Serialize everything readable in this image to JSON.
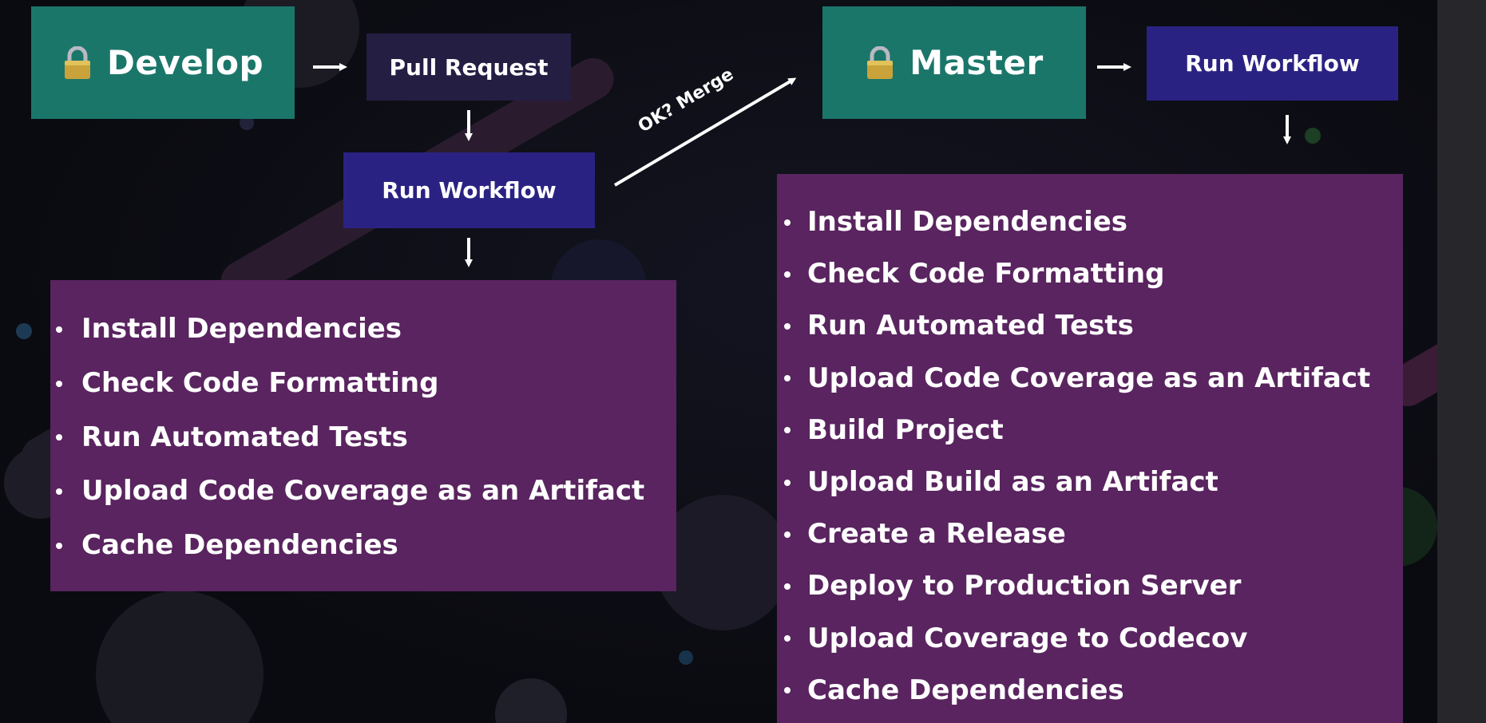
{
  "colors": {
    "branch_box": "#1b766a",
    "pull_request_box": "#241e43",
    "run_workflow_box": "#2a2283",
    "step_panel": "#59245f",
    "background": "#0b0c12",
    "arrow": "#ffffff"
  },
  "develop": {
    "icon": "lock-icon",
    "label": "Develop",
    "pull_request": "Pull Request",
    "run_workflow": "Run Workflow",
    "merge_label": "OK? Merge",
    "steps": [
      "Install Dependencies",
      "Check Code Formatting",
      "Run Automated Tests",
      "Upload Code Coverage as an Artifact",
      "Cache Dependencies"
    ]
  },
  "master": {
    "icon": "lock-icon",
    "label": "Master",
    "run_workflow": "Run Workflow",
    "steps": [
      "Install Dependencies",
      "Check Code Formatting",
      "Run Automated Tests",
      "Upload Code Coverage as an Artifact",
      "Build Project",
      "Upload Build as an Artifact",
      "Create a Release",
      "Deploy to Production Server",
      "Upload Coverage to Codecov",
      "Cache Dependencies"
    ]
  }
}
